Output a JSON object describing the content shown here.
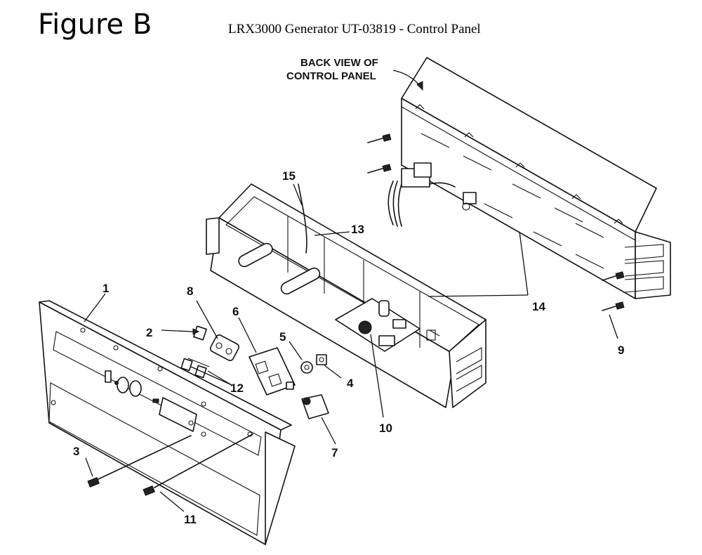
{
  "header": {
    "figure_label": "Figure B",
    "title": "LRX3000 Generator UT-03819 - Control Panel"
  },
  "annotations": {
    "back_view_line1": "BACK VIEW OF",
    "back_view_line2": "CONTROL PANEL"
  },
  "callouts": {
    "c1": "1",
    "c2": "2",
    "c3": "3",
    "c4": "4",
    "c5": "5",
    "c6": "6",
    "c7": "7",
    "c8": "8",
    "c9": "9",
    "c10": "10",
    "c11": "11",
    "c12": "12",
    "c13": "13",
    "c14": "14",
    "c15": "15"
  }
}
